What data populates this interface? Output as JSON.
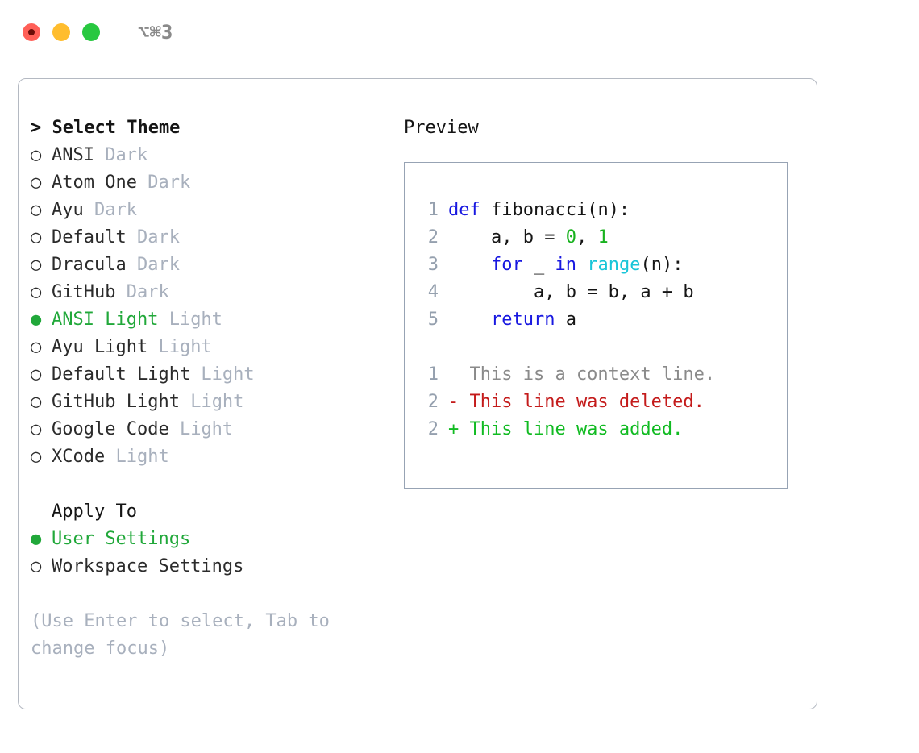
{
  "window": {
    "shortcut_label": "⌥⌘3",
    "traffic_lights": [
      {
        "name": "close-button",
        "color": "#ff5f57"
      },
      {
        "name": "minimize-button",
        "color": "#ffbd2e"
      },
      {
        "name": "maximize-button",
        "color": "#28c840"
      }
    ]
  },
  "theme_picker": {
    "title": "> Select Theme",
    "selected_bullet": "●",
    "unselected_bullet": "○",
    "accent_color": "#21a83a",
    "variant_color": "#a8b0bd",
    "items": [
      {
        "name": "ANSI",
        "variant": "Dark",
        "selected": false
      },
      {
        "name": "Atom One",
        "variant": "Dark",
        "selected": false
      },
      {
        "name": "Ayu",
        "variant": "Dark",
        "selected": false
      },
      {
        "name": "Default",
        "variant": "Dark",
        "selected": false
      },
      {
        "name": "Dracula",
        "variant": "Dark",
        "selected": false
      },
      {
        "name": "GitHub",
        "variant": "Dark",
        "selected": false
      },
      {
        "name": "ANSI Light",
        "variant": "Light",
        "selected": true
      },
      {
        "name": "Ayu Light",
        "variant": "Light",
        "selected": false
      },
      {
        "name": "Default Light",
        "variant": "Light",
        "selected": false
      },
      {
        "name": "GitHub Light",
        "variant": "Light",
        "selected": false
      },
      {
        "name": "Google Code",
        "variant": "Light",
        "selected": false
      },
      {
        "name": "XCode",
        "variant": "Light",
        "selected": false
      }
    ]
  },
  "apply_to": {
    "heading": "Apply To",
    "items": [
      {
        "name": "User Settings",
        "selected": true
      },
      {
        "name": "Workspace Settings",
        "selected": false
      }
    ]
  },
  "hint": "(Use Enter to select, Tab to change focus)",
  "preview": {
    "title": "Preview",
    "code_lines": [
      {
        "lineno": "1",
        "tokens": [
          {
            "t": "def",
            "c": "kw"
          },
          {
            "t": " fibonacci(n):",
            "c": "pl"
          }
        ]
      },
      {
        "lineno": "2",
        "tokens": [
          {
            "t": "    a, b = ",
            "c": "pl"
          },
          {
            "t": "0",
            "c": "num"
          },
          {
            "t": ", ",
            "c": "pl"
          },
          {
            "t": "1",
            "c": "num"
          }
        ]
      },
      {
        "lineno": "3",
        "tokens": [
          {
            "t": "    ",
            "c": "pl"
          },
          {
            "t": "for",
            "c": "kw"
          },
          {
            "t": " _ ",
            "c": "pl"
          },
          {
            "t": "in",
            "c": "kw"
          },
          {
            "t": " ",
            "c": "pl"
          },
          {
            "t": "range",
            "c": "fn"
          },
          {
            "t": "(n):",
            "c": "pl"
          }
        ]
      },
      {
        "lineno": "4",
        "tokens": [
          {
            "t": "        a, b = b, a + b",
            "c": "pl"
          }
        ]
      },
      {
        "lineno": "5",
        "tokens": [
          {
            "t": "    ",
            "c": "pl"
          },
          {
            "t": "return",
            "c": "kw"
          },
          {
            "t": " a",
            "c": "pl"
          }
        ]
      }
    ],
    "diff_lines": [
      {
        "lineno": "1",
        "marker": "  ",
        "text": "This is a context line.",
        "kind": "ctx"
      },
      {
        "lineno": "2",
        "marker": "- ",
        "text": "This line was deleted.",
        "kind": "del"
      },
      {
        "lineno": "2",
        "marker": "+ ",
        "text": "This line was added.",
        "kind": "add"
      }
    ],
    "diff_colors": {
      "context": "#8a8a8a",
      "deleted": "#c41b1b",
      "added": "#11bb22"
    },
    "syntax_colors": {
      "keyword": "#1818e0",
      "function": "#18c5d8",
      "number": "#18b21e",
      "plain": "#151515",
      "linenumber": "#95a0ae"
    }
  }
}
